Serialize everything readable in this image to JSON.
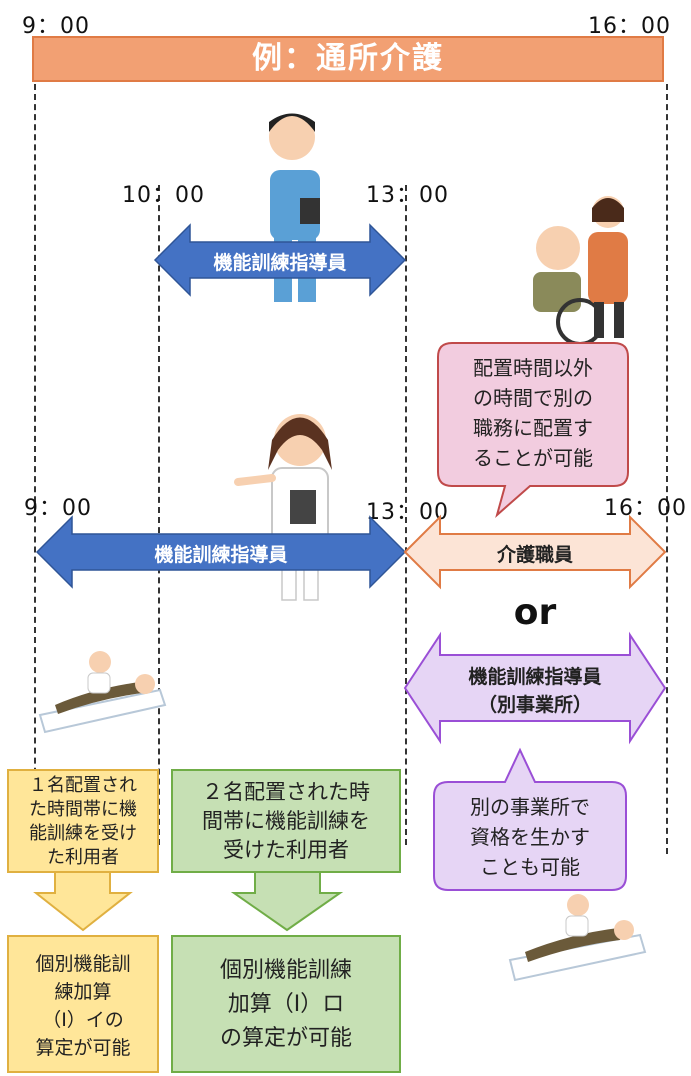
{
  "header": {
    "start_time": "9：00",
    "end_time": "16：00",
    "title": "例：通所介護"
  },
  "timeline1": {
    "start_time": "10：00",
    "end_time": "13：00",
    "arrow_label": "機能訓練指導員"
  },
  "timeline2": {
    "start_time": "9：00",
    "mid_time": "13：00",
    "end_time": "16：00",
    "arrow_label": "機能訓練指導員",
    "care_label": "介護職員",
    "or_label": "or",
    "other_office_label_1": "機能訓練指導員",
    "other_office_label_2": "（別事業所）"
  },
  "bubbles": {
    "pink": [
      "配置時間以外",
      "の時間で別の",
      "職務に配置す",
      "ることが可能"
    ],
    "purple": [
      "別の事業所で",
      "資格を生かす",
      "ことも可能"
    ]
  },
  "boxes": {
    "yellow_top": [
      "１名配置され",
      "た時間帯に機",
      "能訓練を受け",
      "た利用者"
    ],
    "yellow_bottom": [
      "個別機能訓",
      "練加算",
      "（Ⅰ）イの",
      "算定が可能"
    ],
    "green_top": [
      "２名配置された時",
      "間帯に機能訓練を",
      "受けた利用者"
    ],
    "green_bottom": [
      "個別機能訓練",
      "加算（Ⅰ）ロ",
      "の算定が可能"
    ]
  },
  "colors": {
    "blue_arrow": "#4472c4",
    "orange_title": "#f2a073",
    "care_arrow_fill": "#fce4d6",
    "care_arrow_stroke": "#e07b45",
    "purple_fill": "#e6d5f5",
    "purple_stroke": "#9a4fd6",
    "pink_fill": "#f2ccdf",
    "yellow_fill": "#ffe699",
    "green_fill": "#c6e0b4"
  },
  "icons": [
    "male-caregiver-icon",
    "female-nurse-icon",
    "wheelchair-icon",
    "massage-bed-icon"
  ]
}
